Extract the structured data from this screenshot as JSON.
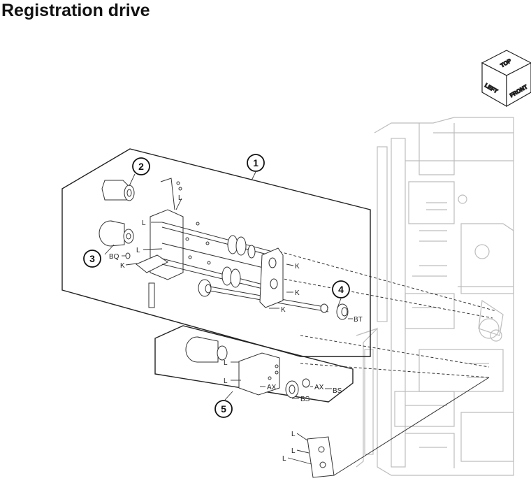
{
  "title": "Registration drive",
  "orientation_cube": {
    "top": "TOP",
    "left": "LEFT",
    "front": "FRONT"
  },
  "callouts": [
    "1",
    "2",
    "3",
    "4",
    "5"
  ],
  "part_labels": {
    "L": "L",
    "K": "K",
    "BQ": "BQ",
    "BT": "BT",
    "AX": "AX",
    "BS": "BS"
  },
  "colors": {
    "line": "#333333",
    "frame": "#bdbdbd",
    "ink": "#111111"
  }
}
